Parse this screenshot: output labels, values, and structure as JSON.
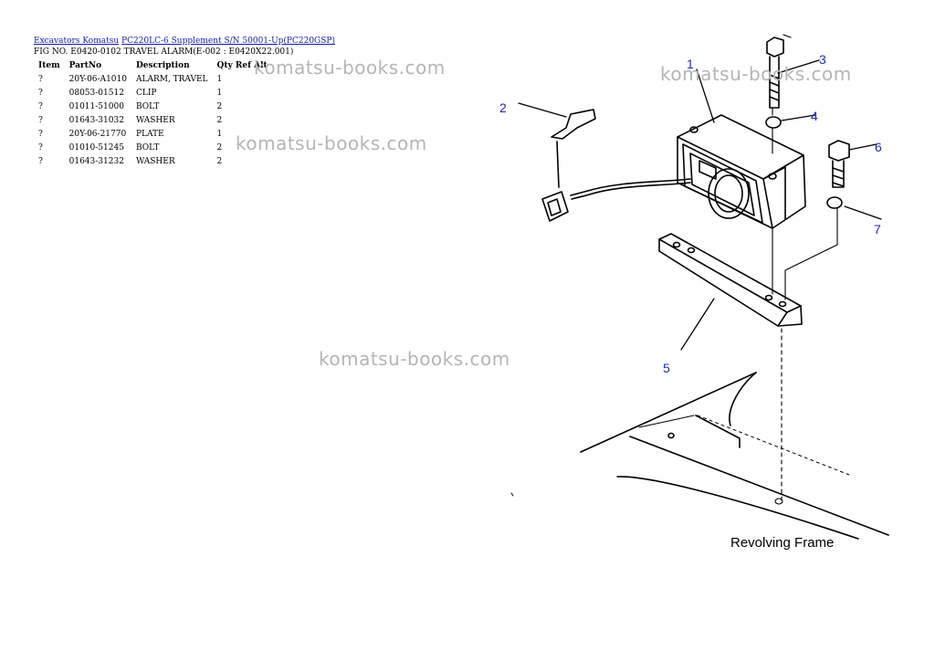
{
  "breadcrumb": {
    "link1": "Excavators Komatsu",
    "link2": "PC220LC-6 Supplement S/N 50001-Up(PC220GSP)"
  },
  "figure_title": "FIG NO. E0420-0102 TRAVEL ALARM(E-002 : E0420X22.001)",
  "table": {
    "headers": [
      "Item",
      "PartNo",
      "Description",
      "Qty",
      "Ref",
      "Alt"
    ],
    "rows": [
      {
        "item": "?",
        "part_no": "20Y-06-A1010",
        "description": "ALARM, TRAVEL",
        "qty": "1"
      },
      {
        "item": "?",
        "part_no": "08053-01512",
        "description": "CLIP",
        "qty": "1"
      },
      {
        "item": "?",
        "part_no": "01011-51000",
        "description": "BOLT",
        "qty": "2"
      },
      {
        "item": "?",
        "part_no": "01643-31032",
        "description": "WASHER",
        "qty": "2"
      },
      {
        "item": "?",
        "part_no": "20Y-06-21770",
        "description": "PLATE",
        "qty": "1"
      },
      {
        "item": "?",
        "part_no": "01010-51245",
        "description": "BOLT",
        "qty": "2"
      },
      {
        "item": "?",
        "part_no": "01643-31232",
        "description": "WASHER",
        "qty": "2"
      }
    ]
  },
  "watermarks": [
    "komatsu-books.com",
    "komatsu-books.com",
    "komatsu-books.com",
    "komatsu-books.com"
  ],
  "diagram": {
    "callouts": [
      "1",
      "2",
      "3",
      "4",
      "5",
      "6",
      "7"
    ],
    "caption": "Revolving Frame"
  }
}
